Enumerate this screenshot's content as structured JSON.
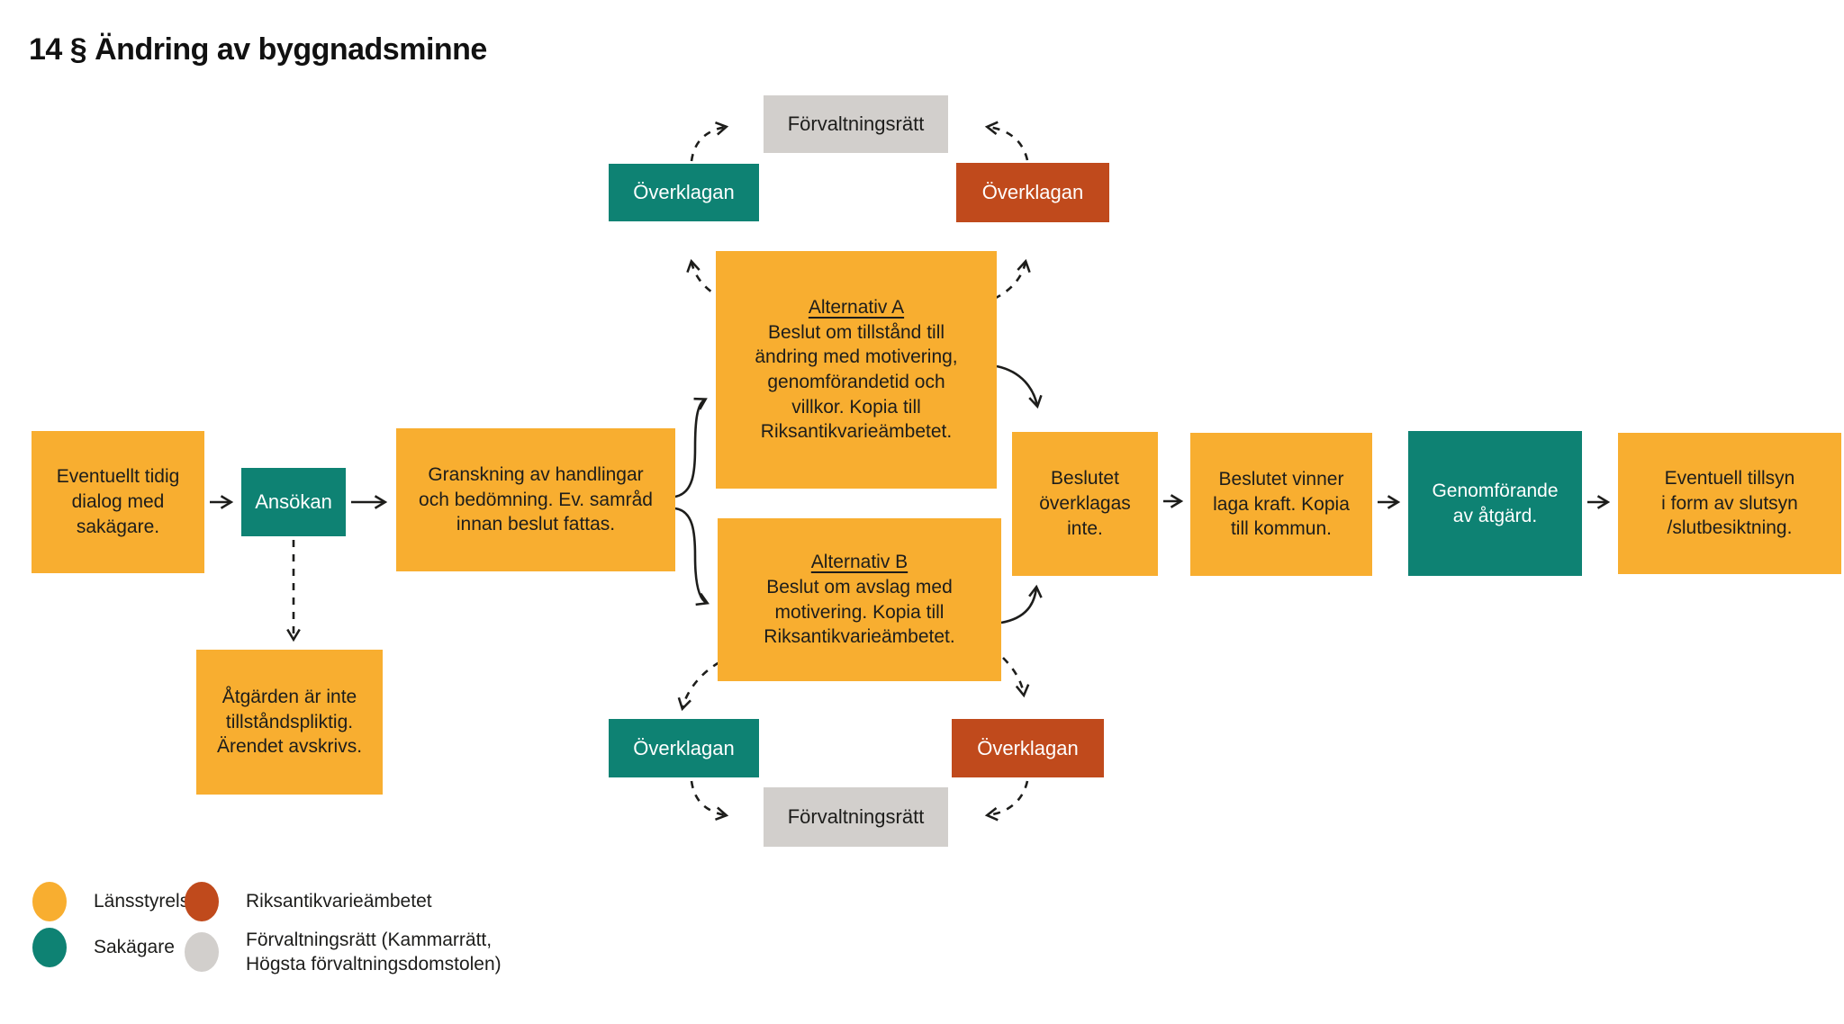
{
  "title": "14 § Ändring av byggnadsminne",
  "colors": {
    "lansstyrelsen_orange": "#F8AE30",
    "sakagare_teal": "#0E8273",
    "riksantikvarieambetet_rust": "#C04A1C",
    "forvaltningsratt_gray": "#D2CFCC",
    "text_black": "#1d1d1b",
    "background": "#FFFFFF"
  },
  "nodes": {
    "dialog": {
      "label": "Eventuellt tidig\ndialog med\nsakägare."
    },
    "ansokan": {
      "label": "Ansökan"
    },
    "granskning": {
      "label": "Granskning av handlingar\noch bedömning. Ev. samråd\ninnan beslut fattas."
    },
    "alt_a": {
      "heading": "Alternativ A",
      "body": "Beslut om tillstånd till\nändring med motivering,\ngenomförandetid och\nvillkor. Kopia till\nRiksantikvarieämbetet."
    },
    "alt_b": {
      "heading": "Alternativ B",
      "body": "Beslut om avslag med\nmotivering. Kopia till\nRiksantikvarieämbetet."
    },
    "beslutet_inte": {
      "label": "Beslutet\növerklagas\ninte."
    },
    "laga_kraft": {
      "label": "Beslutet vinner\nlaga kraft. Kopia\ntill kommun."
    },
    "genomforande": {
      "label": "Genomförande\nav åtgärd."
    },
    "tillsyn": {
      "label": "Eventuell tillsyn\ni form av slutsyn\n/slutbesiktning."
    },
    "atgarden": {
      "label": "Åtgärden är inte\ntillståndspliktig.\nÄrendet avskrivs."
    },
    "forvaltningsratt_top": {
      "label": "Förvaltningsrätt"
    },
    "overklagan_top_left": {
      "label": "Överklagan"
    },
    "overklagan_top_right": {
      "label": "Överklagan"
    },
    "overklagan_bottom_left": {
      "label": "Överklagan"
    },
    "overklagan_bottom_right": {
      "label": "Överklagan"
    },
    "forvaltningsratt_bottom": {
      "label": "Förvaltningsrätt"
    }
  },
  "legend": {
    "items": [
      {
        "label": "Länsstyrelsen",
        "color": "#F8AE30"
      },
      {
        "label": "Sakägare",
        "color": "#0E8273"
      },
      {
        "label": "Riksantikvarieämbetet",
        "color": "#C04A1C"
      },
      {
        "label": "Förvaltningsrätt (Kammarrätt,\nHögsta förvaltningsdomstolen)",
        "color": "#D2CFCC"
      }
    ]
  }
}
